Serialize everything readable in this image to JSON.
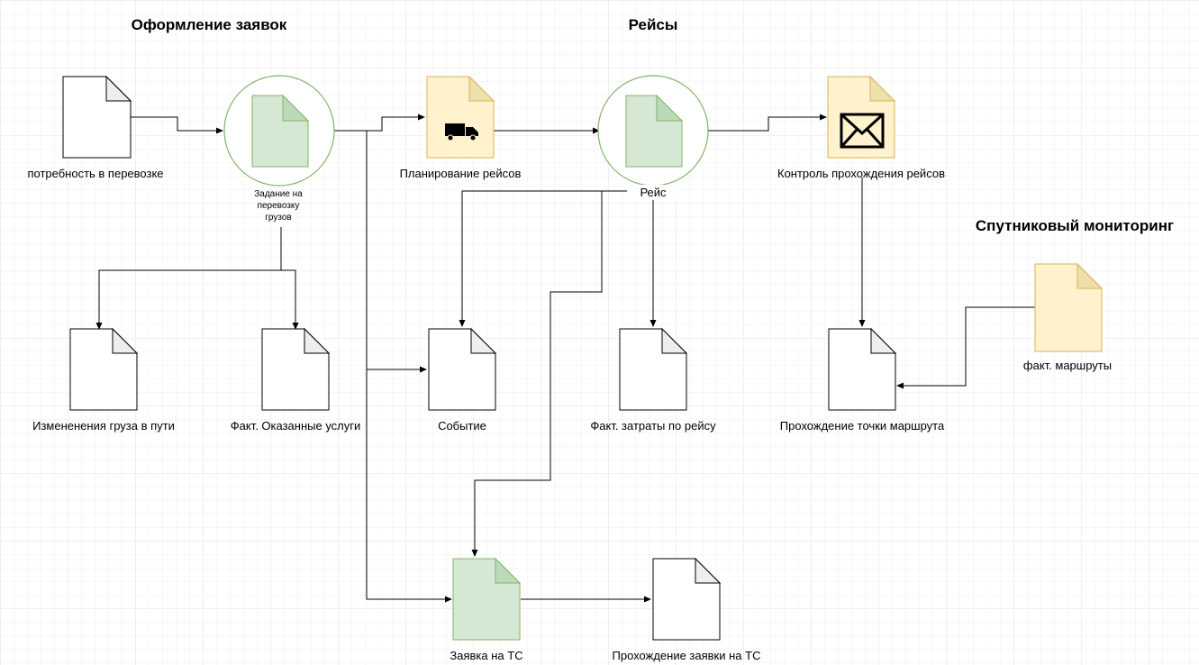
{
  "sections": {
    "orders": "Оформление заявок",
    "trips": "Рейсы",
    "satellite": "Спутниковый мониторинг"
  },
  "nodes": {
    "need": "потребность в перевозке",
    "task_line1": "Задание на",
    "task_line2": "перевозку",
    "task_line3": "грузов",
    "planning": "Планирование рейсов",
    "trip": "Рейс",
    "control": "Контроль прохождения рейсов",
    "satellite_routes": "факт. маршруты",
    "cargo_changes": "Измененения груза в пути",
    "services": "Факт. Оказанные услуги",
    "event": "Событие",
    "costs": "Факт. затраты по рейсу",
    "route_point": "Прохождение точки маршрута",
    "vehicle_request": "Заявка на ТС",
    "request_passage": "Прохождение заявки на ТС"
  },
  "colors": {
    "doc_white_fill": "#ffffff",
    "doc_white_stroke": "#000000",
    "doc_green_fill": "#d5e8d4",
    "doc_green_stroke": "#82b366",
    "doc_yellow_fill": "#fff2cc",
    "doc_yellow_stroke": "#d6b656",
    "circle_stroke": "#82b366",
    "grid": "#e9e9e9"
  },
  "icons": [
    "truck-icon",
    "envelope-icon"
  ]
}
